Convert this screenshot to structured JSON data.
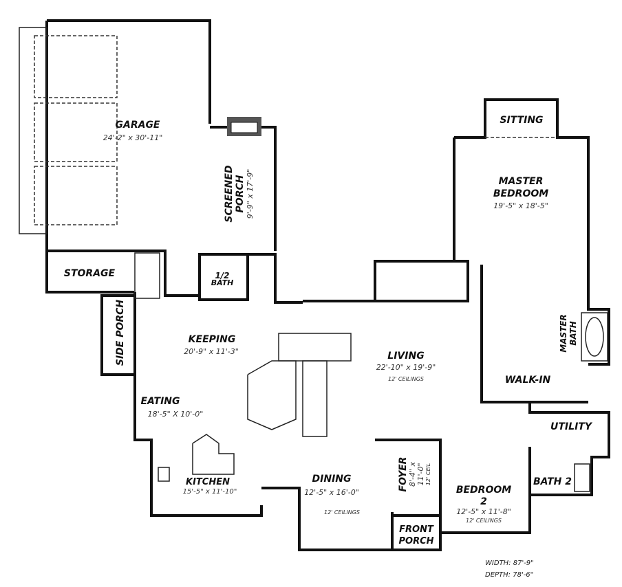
{
  "rooms": {
    "garage": {
      "name": "GARAGE",
      "dim": "24'-2\" x 30'-11\""
    },
    "screened_porch": {
      "name1": "SCREENED",
      "name2": "PORCH",
      "dim": "9'-9\" x 17'-9\""
    },
    "sitting": {
      "name": "SITTING"
    },
    "master_bedroom": {
      "name1": "MASTER",
      "name2": "BEDROOM",
      "dim": "19'-5\" x 18'-5\""
    },
    "storage": {
      "name": "STORAGE"
    },
    "half_bath": {
      "name1": "1/2",
      "name2": "BATH"
    },
    "side_porch": {
      "name": "SIDE PORCH"
    },
    "keeping": {
      "name": "KEEPING",
      "dim": "20'-9\" x 11'-3\""
    },
    "living": {
      "name": "LIVING",
      "dim": "22'-10\" x 19'-9\"",
      "ceiling": "12' CEILINGS"
    },
    "master_bath": {
      "name1": "MASTER",
      "name2": "BATH"
    },
    "walk_in": {
      "name": "WALK-IN"
    },
    "utility": {
      "name": "UTILITY"
    },
    "eating": {
      "name": "EATING",
      "dim": "18'-5\" X 10'-0\""
    },
    "kitchen": {
      "name": "KITCHEN",
      "dim": "15'-5\" x 11'-10\""
    },
    "dining": {
      "name": "DINING",
      "dim": "12'-5\" x 16'-0\"",
      "ceiling": "12' CEILINGS"
    },
    "foyer": {
      "name": "FOYER",
      "dim1": "8'-4\" x",
      "dim2": "11'-0\"",
      "ceiling": "12' CEIL"
    },
    "bedroom2": {
      "name1": "BEDROOM",
      "name2": "2",
      "dim": "12'-5\" x 11'-8\"",
      "ceiling": "12' CEILINGS"
    },
    "bath2": {
      "name": "BATH 2"
    },
    "front_porch": {
      "name1": "FRONT",
      "name2": "PORCH"
    }
  },
  "summary": {
    "width": "WIDTH: 87'-9\"",
    "depth": "DEPTH: 78'-6\""
  }
}
